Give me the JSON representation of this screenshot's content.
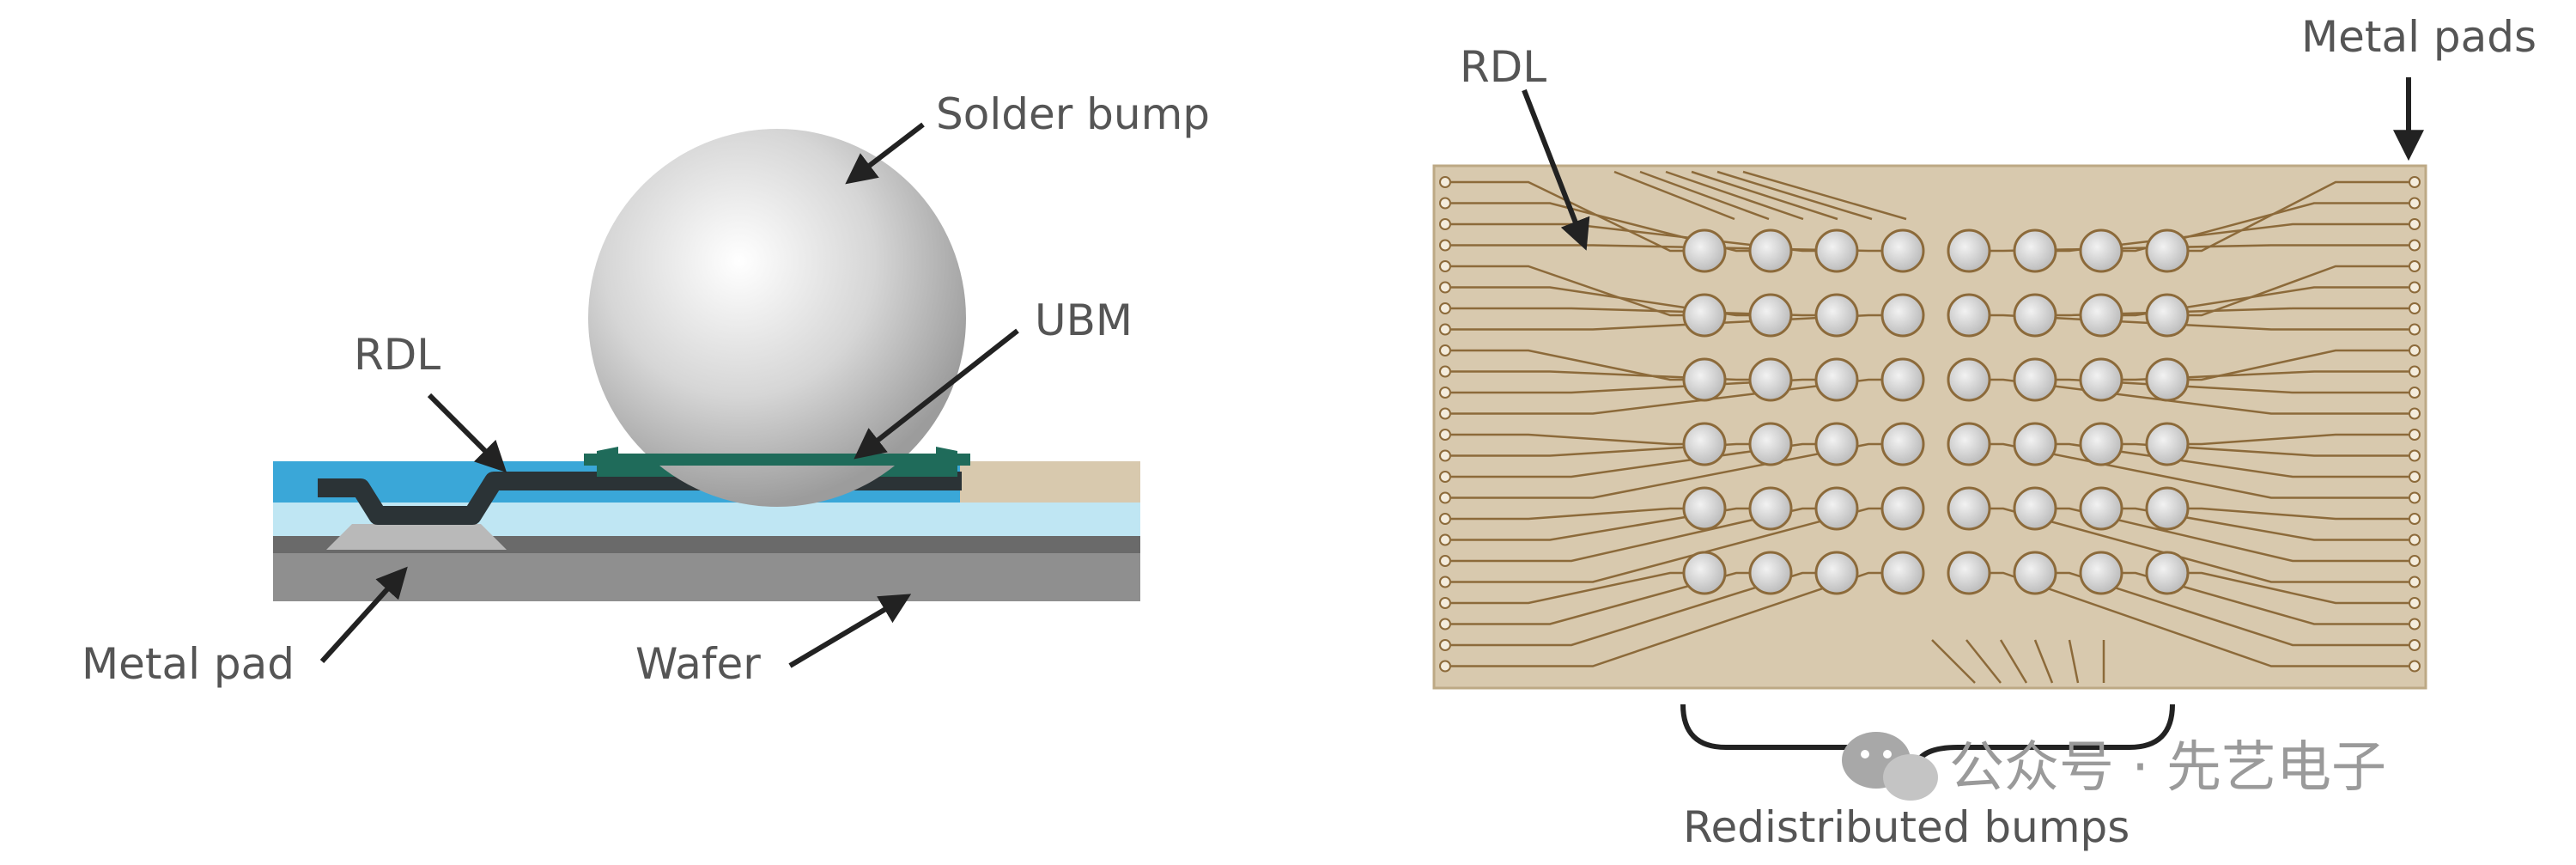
{
  "left_diagram": {
    "labels": {
      "solder_bump": "Solder bump",
      "ubm": "UBM",
      "rdl": "RDL",
      "metal_pad": "Metal pad",
      "wafer": "Wafer"
    }
  },
  "right_diagram": {
    "labels": {
      "rdl": "RDL",
      "metal_pads": "Metal pads",
      "redistributed_bumps": "Redistributed bumps"
    },
    "bump_grid": {
      "rows": 6,
      "cols": 8
    }
  },
  "watermark": {
    "text": "公众号 · 先艺电子"
  },
  "colors": {
    "solder_ball": "#cfcfcf",
    "ubm": "#1f6b5a",
    "rdl": "#2b3336",
    "passivation": "#3aa7d8",
    "dielectric": "#bfe6f3",
    "wafer": "#8a8a8a",
    "substrate": "#d8c9ae",
    "trace": "#8c6a3a",
    "bump": "#dcdcdc"
  }
}
